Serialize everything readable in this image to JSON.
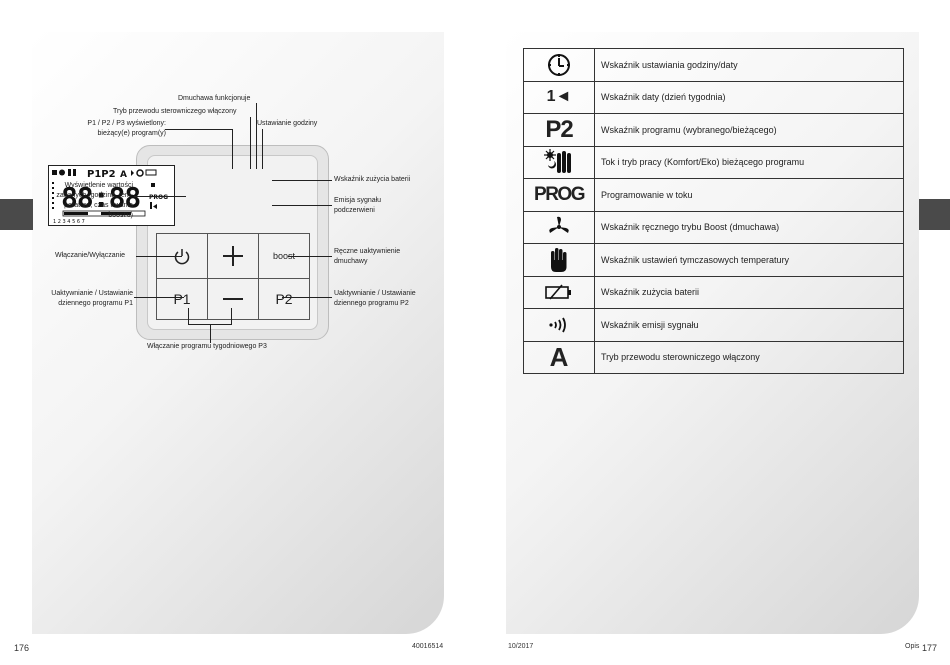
{
  "left_page": {
    "page_number": "176",
    "code": "40016514",
    "labels": {
      "fan": "Dmuchawa funkcjonuje",
      "wired": "Tryb przewodu sterowniczego włączony",
      "p_shown_1": "P1 / P2 / P3 wyświetlony:",
      "p_shown_2": "bieżący(e) program(y)",
      "clock_set": "Ustawianie godziny",
      "battery": "Wskaźnik zużycia baterii",
      "display_1": "Wyświetlenie wartości",
      "display_2": "zadanych (godzina, tem-",
      "display_3": "peratura, czas trwania",
      "display_4": "boost'u)",
      "ir_1": "Emisja sygnału",
      "ir_2": "podczerwieni",
      "power": "Włączanie/Wyłączanie",
      "boost_1": "Ręczne uaktywnienie",
      "boost_2": "dmuchawy",
      "p1_1": "Uaktywnianie / Ustawianie",
      "p1_2": "dziennego programu P1",
      "p2_1": "Uaktywnianie / Ustawianie",
      "p2_2": "dziennego programu P2",
      "p3": "Włączanie programu tygodniowego P3"
    },
    "buttons": {
      "boost": "boost",
      "p1": "P1",
      "p2": "P2"
    },
    "lcd": {
      "digits": "88:88",
      "prog": "PROG",
      "day_numbers": "1 2 3 4 5 6 7"
    }
  },
  "right_page": {
    "date": "10/2017",
    "section": "Opis",
    "page_number": "177",
    "rows": [
      {
        "icon": "clock-icon",
        "text": "Wskaźnik ustawiania godziny/daty"
      },
      {
        "icon": "day-indicator-icon",
        "glyph": "1◄",
        "text": "Wskaźnik daty (dzień tygodnia)"
      },
      {
        "icon": "program-p2-icon",
        "glyph": "P2",
        "text": "Wskaźnik programu (wybranego/bieżącego)"
      },
      {
        "icon": "comfort-eco-icon",
        "text": "Tok i tryb pracy (Komfort/Eko) bieżącego programu"
      },
      {
        "icon": "prog-icon",
        "glyph": "PROG",
        "text": "Programowanie w toku"
      },
      {
        "icon": "fan-icon",
        "text": "Wskaźnik ręcznego trybu Boost (dmuchawa)"
      },
      {
        "icon": "hand-icon",
        "text": "Wskaźnik ustawień tymczasowych temperatury"
      },
      {
        "icon": "battery-icon",
        "text": "Wskaźnik zużycia baterii"
      },
      {
        "icon": "signal-icon",
        "text": "Wskaźnik emisji sygnału"
      },
      {
        "icon": "wire-mode-icon",
        "glyph": "A",
        "text": "Tryb przewodu sterowniczego włączony"
      }
    ]
  },
  "colors": {
    "edge_tab": "#4a4a4a",
    "text": "#222222"
  }
}
